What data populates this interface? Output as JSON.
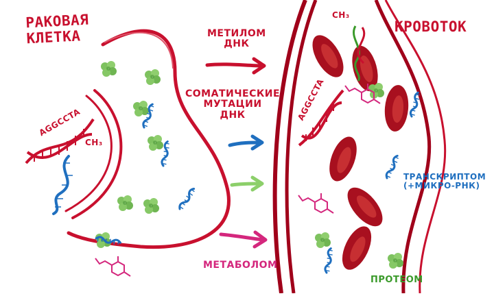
{
  "labels": {
    "cancer_cell": "РАКОВАЯ\nКЛЕТКА",
    "bloodstream": "КРОВОТОК",
    "dna_methylome": "МЕТИЛОМ\nДНК",
    "somatic_mutations": "СОМАТИЧЕСКИЕ\nМУТАЦИИ\nДНК",
    "metabolome": "МЕТАБОЛОМ",
    "transcriptome": "ТРАНСКРИПТОМ\n(+МИКРО-РНК)",
    "proteome": "ПРОТЕОМ",
    "dna_sequence_cell": "AGGCCTA",
    "dna_sequence_blood": "AGGCCTA",
    "methyl_group_cell": "CH₃",
    "methyl_group_blood": "CH₃"
  },
  "colors": {
    "membrane": "#c8102e",
    "vessel": "#a0001a",
    "rbc": "#a8101f",
    "methylome_arrow": "#c8102e",
    "mutation_arrow": "#1f6fbf",
    "transcriptome_arrow": "#8ccf6a",
    "metabolome_arrow": "#d4277d",
    "protein": "#7ec25f",
    "rna": "#1f6fbf",
    "metabolite": "#d4277d"
  },
  "icons": [
    "dna-helix-icon",
    "rna-strand-icon",
    "protein-blob-icon",
    "metabolite-molecule-icon",
    "red-blood-cell-icon",
    "arrow-icon"
  ]
}
